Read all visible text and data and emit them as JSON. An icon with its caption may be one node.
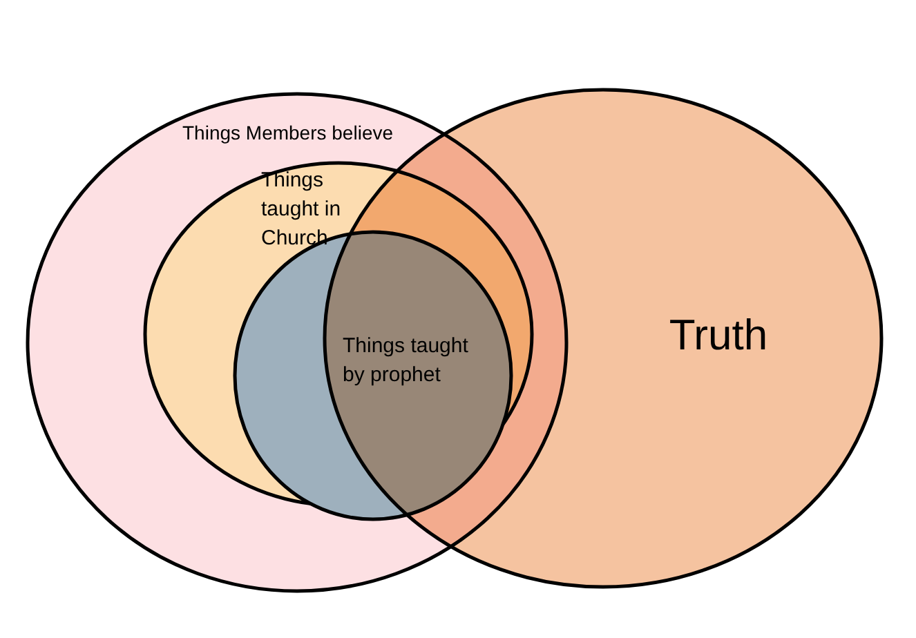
{
  "diagram": {
    "nodes": [
      {
        "text": [
          "Things Members believe"
        ]
      },
      {
        "text": [
          "Things taught in Church"
        ],
        "in": 0
      },
      {
        "text": [
          "Things taught by prophet"
        ],
        "in": 1
      },
      {
        "text": [
          "Truth"
        ]
      }
    ]
  }
}
